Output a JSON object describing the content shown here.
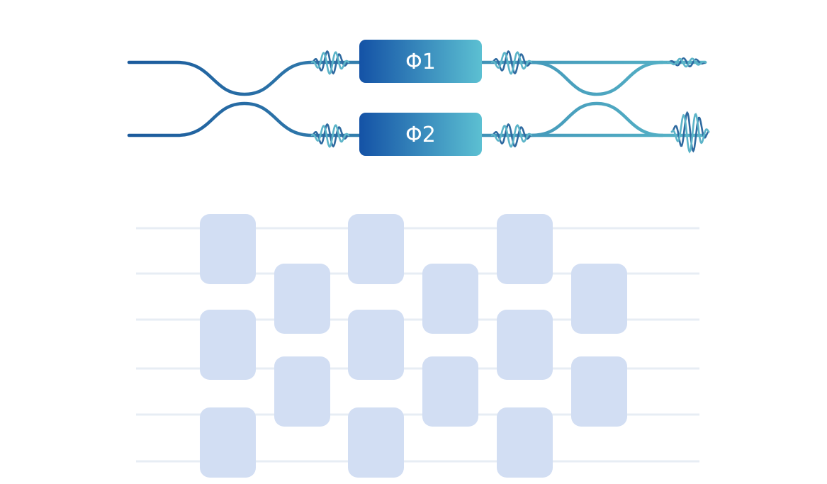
{
  "colors": {
    "guide_start": "#1b5a9c",
    "guide_end": "#58b6c8",
    "shifter_start": "#1452a6",
    "shifter_end": "#5cc0d2",
    "wave_dark": "#2f6aa0",
    "wave_light": "#5cb4c8",
    "mesh_line": "#e7edf4",
    "mesh_cell": "#d2def3"
  },
  "interferometer": {
    "phase_shifters": [
      {
        "label": "Φ1"
      },
      {
        "label": "Φ2"
      }
    ]
  },
  "mesh": {
    "mode_count": 6,
    "columns": 6,
    "cells_per_column": [
      3,
      2,
      3,
      2,
      3,
      2
    ]
  }
}
